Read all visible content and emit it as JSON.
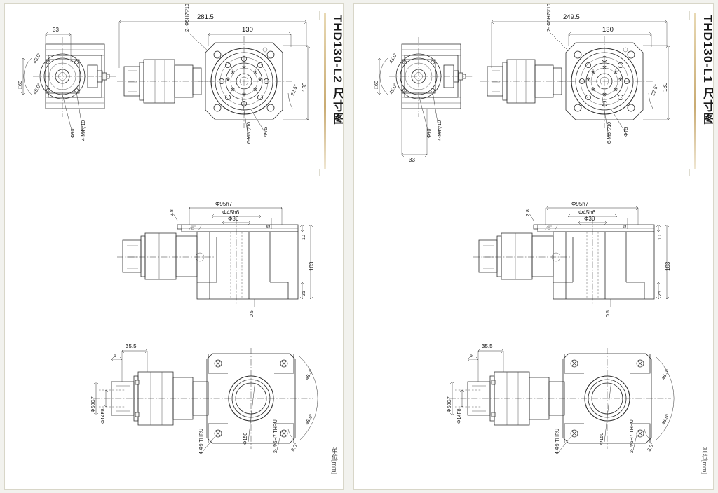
{
  "page": {
    "background": "#f2f2ee",
    "card_background": "#ffffff",
    "accent_rule_color": "#c9ab72",
    "line_color": "#2b2b2b"
  },
  "panels": [
    {
      "id": "panel-left",
      "title": "THD130-L2 尺寸图",
      "unit_note": "单位[mm]",
      "views": {
        "top": {
          "name": "top-assembly-view",
          "dims": {
            "overall_length": "281.5",
            "flange_width": "130",
            "flange_height": "130",
            "motor_face": "33",
            "square_body": "□60",
            "bolt_circle_small": "Φ70",
            "bolt_circle_large": "Φ75",
            "holes_small": "4-M4▽10",
            "holes_large": "6-M5 ▽10",
            "dowel_top": "2- Φ5H7▽10",
            "angle_a": "45.0°",
            "angle_b": "45.0°",
            "angle_c": "22.5°"
          }
        },
        "middle": {
          "name": "section-view",
          "dims": {
            "outer_dia": "Φ95h7",
            "pilot_dia": "Φ45h6",
            "bore_dia": "Φ30",
            "step_h": "5",
            "flange_th": "10",
            "total_h": "103",
            "base_h": "25",
            "chamfer": "2.8",
            "gap": "0.5"
          }
        },
        "bottom": {
          "name": "side-plan-view",
          "dims": {
            "motor_len": "35.5",
            "key_len": "5",
            "shaft_fit": "Φ50G7",
            "key_width": "Φ14F8",
            "thru_holes": "4-Φ9 THRU",
            "dowel_holes": "2- Φ5H7 THRU",
            "outer_circle": "Φ150",
            "angle_a": "45.0°",
            "angle_b": "45.0°",
            "angle_c": "8.0°"
          }
        }
      }
    },
    {
      "id": "panel-right",
      "title": "THD130-L1 尺寸图",
      "unit_note": "单位[mm]",
      "views": {
        "top": {
          "name": "top-assembly-view",
          "dims": {
            "overall_length": "249.5",
            "flange_width": "130",
            "flange_height": "130",
            "motor_face": "33",
            "square_body": "□60",
            "bolt_circle_small": "Φ70",
            "bolt_circle_large": "Φ75",
            "holes_small": "4-M4▽10",
            "holes_large": "6-M5 ▽10",
            "dowel_top": "2- Φ5H7▽10",
            "angle_a": "45.0°",
            "angle_b": "45.0°",
            "angle_c": "22.5°"
          }
        },
        "middle": {
          "name": "section-view",
          "dims": {
            "outer_dia": "Φ95h7",
            "pilot_dia": "Φ45h6",
            "bore_dia": "Φ30",
            "step_h": "5",
            "flange_th": "10",
            "total_h": "103",
            "base_h": "25",
            "chamfer": "2.8",
            "gap": "0.5"
          }
        },
        "bottom": {
          "name": "side-plan-view",
          "dims": {
            "motor_len": "35.5",
            "key_len": "5",
            "shaft_fit": "Φ50G7",
            "key_width": "Φ14F8",
            "thru_holes": "4-Φ9 THRU",
            "dowel_holes": "2- Φ5H7 THRU",
            "outer_circle": "Φ150",
            "angle_a": "45.0°",
            "angle_b": "45.0°",
            "angle_c": "8.0°"
          }
        }
      }
    }
  ]
}
